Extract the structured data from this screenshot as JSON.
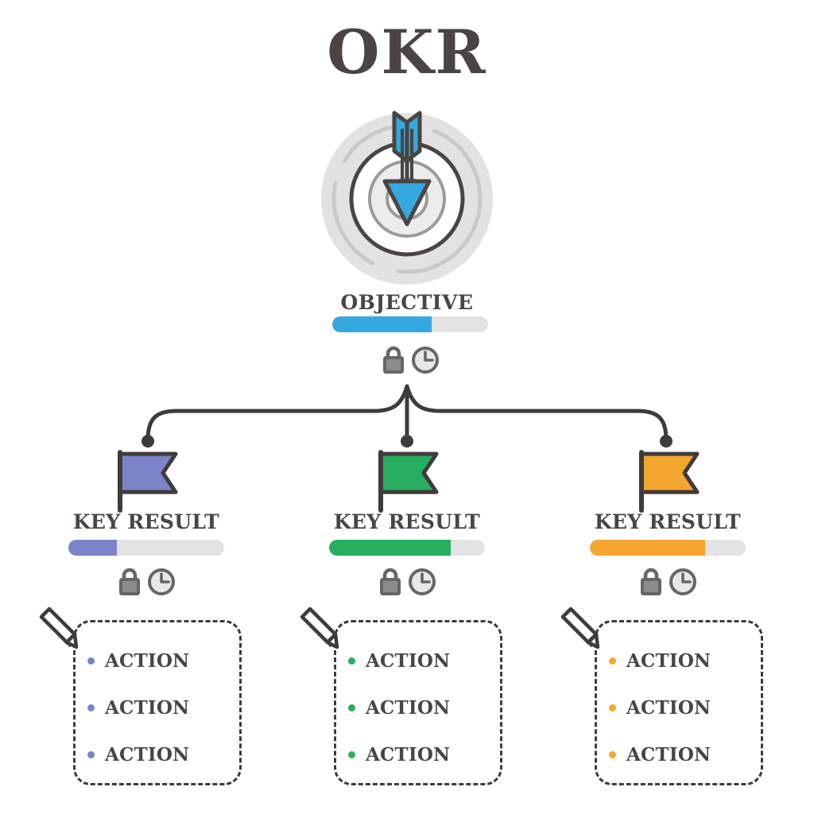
{
  "title": "OKR",
  "colors": {
    "ink": "#4a4542",
    "line": "#3f3b39",
    "track": "#e3e3e3",
    "objective": "#35a8e0",
    "key_result_1": "#7b83c9",
    "key_result_2": "#27ae60",
    "key_result_3": "#f5a62f",
    "lock_body": "#8c8c8c",
    "clock_face": "#e8e8e8",
    "target_backdrop": "#e2e2e2",
    "target_ring": "#c9c9c9"
  },
  "objective": {
    "label": "OBJECTIVE",
    "progress_percent": 64,
    "bar_color": "#35a8e0",
    "icons": [
      "lock-icon",
      "clock-icon"
    ],
    "target_icon": "target-with-arrow-icon"
  },
  "key_results": [
    {
      "label": "KEY RESULT",
      "color": "#7b83c9",
      "progress_percent": 31,
      "flag_icon": "flag-icon",
      "icons": [
        "lock-icon",
        "clock-icon"
      ],
      "note_icon": "pencil-icon",
      "actions": [
        "ACTION",
        "ACTION",
        "ACTION"
      ]
    },
    {
      "label": "KEY RESULT",
      "color": "#27ae60",
      "progress_percent": 78,
      "flag_icon": "flag-icon",
      "icons": [
        "lock-icon",
        "clock-icon"
      ],
      "note_icon": "pencil-icon",
      "actions": [
        "ACTION",
        "ACTION",
        "ACTION"
      ]
    },
    {
      "label": "KEY RESULT",
      "color": "#f5a62f",
      "progress_percent": 74,
      "flag_icon": "flag-icon",
      "icons": [
        "lock-icon",
        "clock-icon"
      ],
      "note_icon": "pencil-icon",
      "actions": [
        "ACTION",
        "ACTION",
        "ACTION"
      ]
    }
  ],
  "connector": {
    "name": "brace-connector",
    "endpoints": 3
  }
}
